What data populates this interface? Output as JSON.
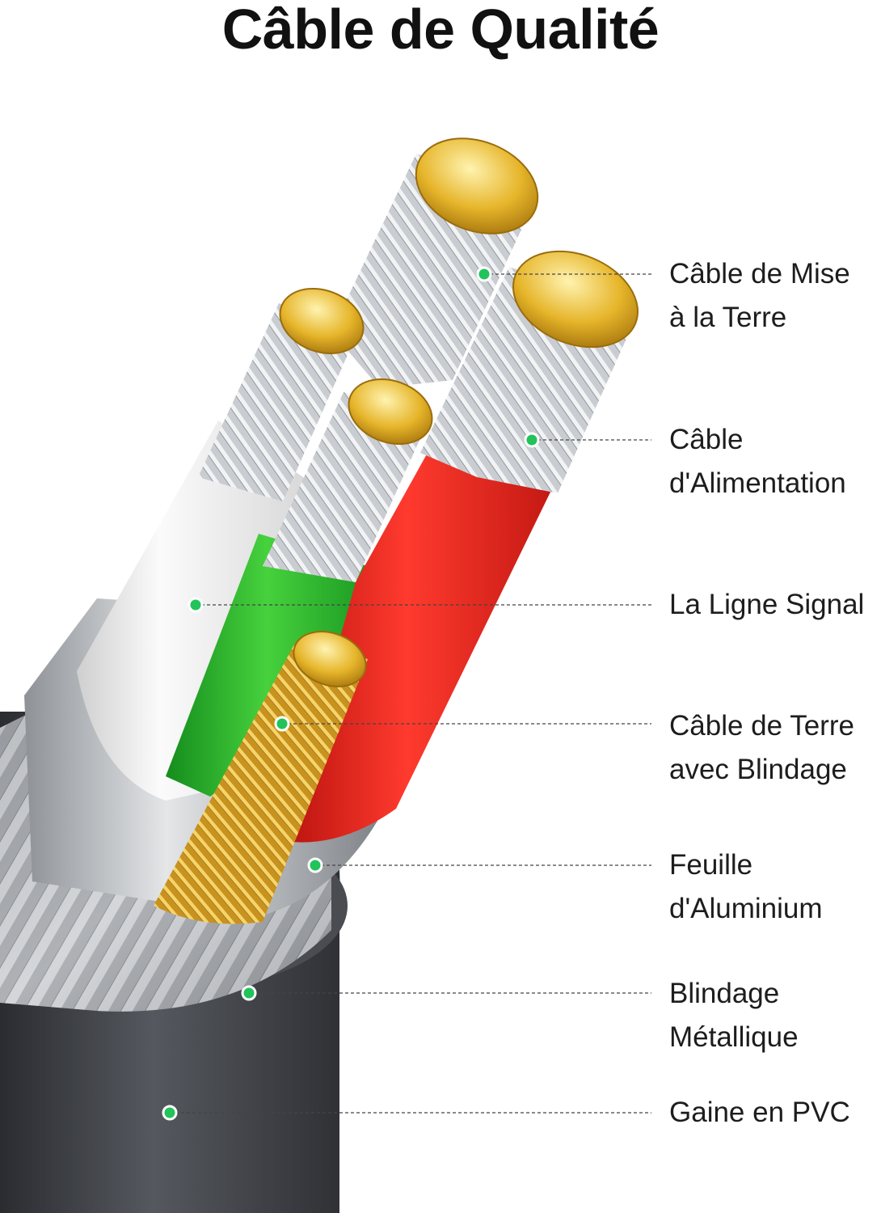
{
  "title": "Câble de Qualité",
  "colors": {
    "marker": "#21c35a",
    "leader": "#444444",
    "jacket": "#3e4045",
    "green_insulation": "#2fb92f",
    "red_insulation": "#e8241c",
    "white_insulation": "#f1f1f1",
    "foil": "#bfc3c7",
    "strand_end": "#e7bb2e",
    "copper_wire": "#d9a630"
  },
  "labels": [
    {
      "id": "mise-terre",
      "lines": [
        "Câble de Mise",
        "à la Terre"
      ]
    },
    {
      "id": "alimentation",
      "lines": [
        "Câble",
        "d'Alimentation"
      ]
    },
    {
      "id": "ligne-signal",
      "lines": [
        "La Ligne Signal"
      ]
    },
    {
      "id": "terre-blindage",
      "lines": [
        "Câble de Terre",
        "avec Blindage"
      ]
    },
    {
      "id": "aluminium",
      "lines": [
        "Feuille",
        "d'Aluminium"
      ]
    },
    {
      "id": "blindage-metallique",
      "lines": [
        "Blindage",
        "Métallique"
      ]
    },
    {
      "id": "gaine-pvc",
      "lines": [
        "Gaine en PVC"
      ]
    }
  ]
}
